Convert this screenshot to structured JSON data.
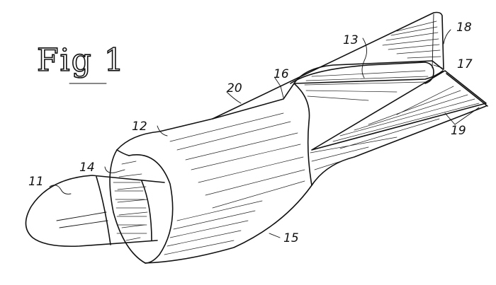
{
  "figure": {
    "title": "Fig 1",
    "labels": {
      "l11": "11",
      "l12": "12",
      "l13": "13",
      "l14": "14",
      "l15": "15",
      "l16": "16",
      "l17": "17",
      "l18": "18",
      "l19": "19",
      "l20": "20"
    }
  }
}
